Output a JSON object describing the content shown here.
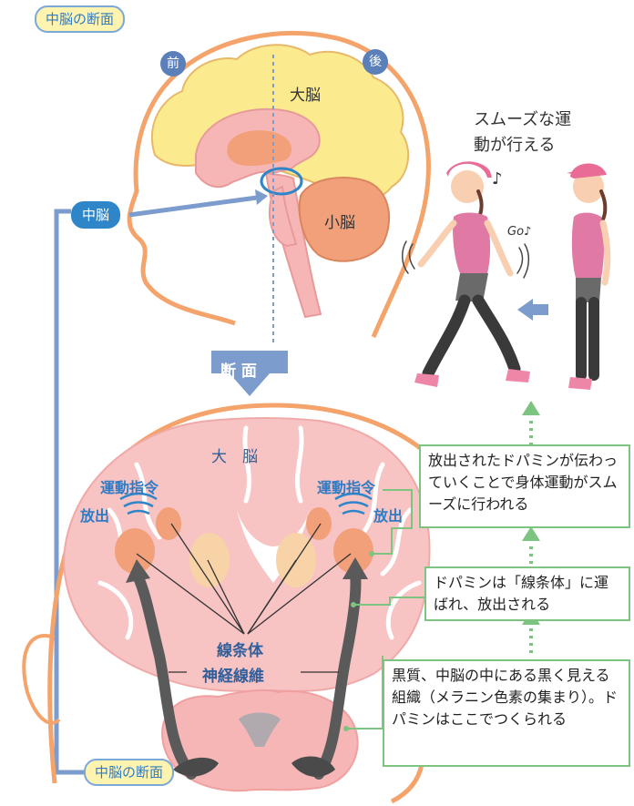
{
  "top_pill": "中脳の断面",
  "bottom_pill": "中脳の断面",
  "tag_front": "前",
  "tag_back": "後",
  "label_cerebrum": "大脳",
  "label_cerebellum": "小脳",
  "label_midbrain": "中脳",
  "label_section": "断 面",
  "label_cerebrum_section": "大　脳",
  "label_motor_cmd_left": "運動指令",
  "label_motor_cmd_right": "運動指令",
  "label_release_left": "放出",
  "label_release_right": "放出",
  "label_striatum": "線条体",
  "label_nerve_fiber": "神経線維",
  "caption_smooth": "スムーズな運動が行える",
  "caption_go": "Go♪",
  "music_note": "♪",
  "box_top": "放出されたドパミンが伝わっていくことで身体運動がスムーズに行われる",
  "box_middle": "ドパミンは「線条体」に運ばれ、放出される",
  "box_bottom": "黒質、中脳の中にある黒く見える組織（メラニン色素の集まり）。ドパミンはここでつくられる",
  "colors": {
    "skin_outline": "#f4a36b",
    "brain_yellow": "#fbeb8e",
    "brain_pink": "#f7b6b6",
    "deep_orange": "#f2a07a",
    "arrow_blue": "#7b9ccc",
    "green": "#7cc47f"
  }
}
